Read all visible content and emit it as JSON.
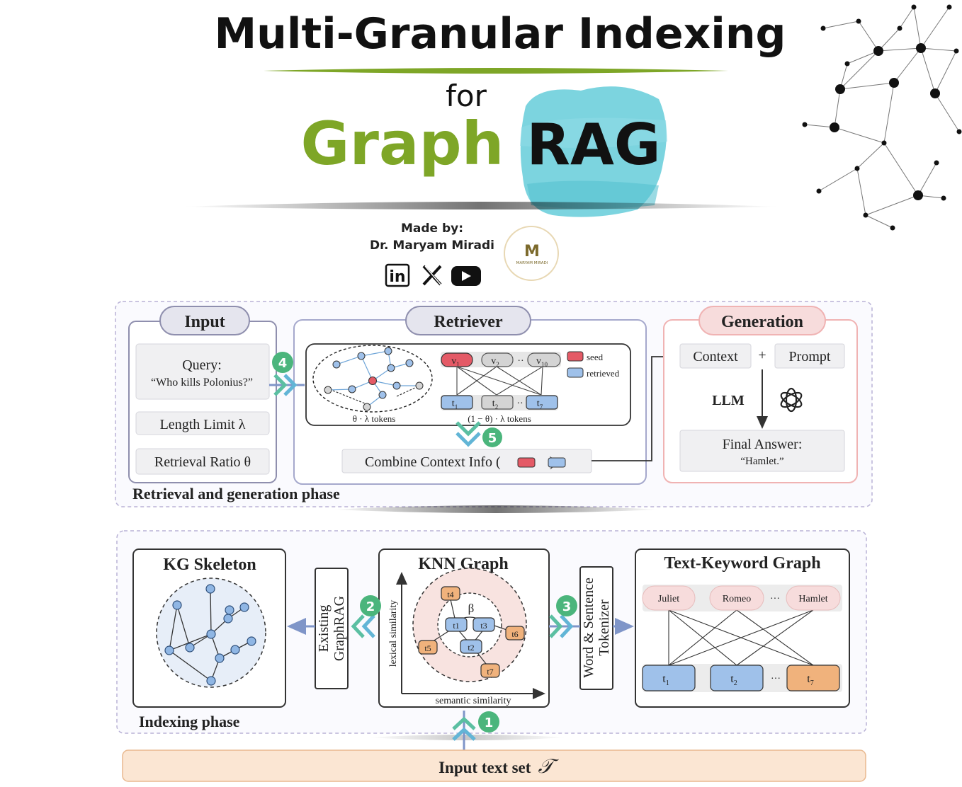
{
  "header": {
    "title": "Multi-Granular Indexing",
    "for_word": "for",
    "graph_word": "Graph",
    "rag_word": "RAG",
    "made_by_label": "Made by:",
    "author": "Dr. Maryam Miradi",
    "logo_letter": "M",
    "logo_caption": "MARYAM MIRADI",
    "social_icons": [
      "linkedin-icon",
      "x-icon",
      "youtube-icon"
    ],
    "linkedin_text": "in",
    "x_text": "𝕏"
  },
  "colors": {
    "green": "#7ea627",
    "teal_brush": "#6ecfdc",
    "badge_green": "#4bb57c",
    "seed_red": "#e45a66",
    "retrieved_blue": "#9fc1ea",
    "orange_node": "#f0b27c",
    "pink_tag": "#f7dcdc"
  },
  "retrieval": {
    "phase_label": "Retrieval and generation phase",
    "input": {
      "title": "Input",
      "query_label": "Query:",
      "query_text": "“Who kills Polonius?”",
      "length_limit": "Length Limit λ",
      "retrieval_ratio": "Retrieval Ratio θ"
    },
    "retriever": {
      "title": "Retriever",
      "theta_tokens": "θ · λ tokens",
      "rest_tokens": "(1 − θ) · λ tokens",
      "v_nodes": [
        "v",
        "v",
        "v"
      ],
      "v_subs": [
        "1",
        "2",
        "10"
      ],
      "t_nodes": [
        "t",
        "t",
        "t"
      ],
      "t_subs": [
        "1",
        "2",
        "7"
      ],
      "ellipsis": "··",
      "legend_seed": "seed",
      "legend_retrieved": "retrieved",
      "combine": "Combine Context Info (",
      "combine_plus": "+",
      "combine_close": ")"
    },
    "generation": {
      "title": "Generation",
      "context": "Context",
      "plus": "+",
      "prompt": "Prompt",
      "llm": "LLM",
      "final_label": "Final Answer:",
      "final_value": "“Hamlet.”"
    },
    "steps": {
      "four": "4",
      "five": "5"
    }
  },
  "indexing": {
    "phase_label": "Indexing phase",
    "kg_title": "KG Skeleton",
    "existing_graphrag": [
      "Existing",
      "GraphRAG"
    ],
    "knn_title": "KNN Graph",
    "lexical_axis": "lexical similarity",
    "semantic_axis": "semantic similarity",
    "beta": "β",
    "knn_nodes": [
      "t4",
      "t1",
      "t3",
      "t6",
      "t5",
      "t2",
      "t7"
    ],
    "tokenizer": [
      "Word & Sentence",
      "Tokenizer"
    ],
    "tk_title": "Text-Keyword Graph",
    "keywords": [
      "Juliet",
      "Romeo",
      "Hamlet"
    ],
    "text_nodes": [
      "t",
      "t",
      "t"
    ],
    "text_subs": [
      "1",
      "2",
      "7"
    ],
    "dots": "···",
    "input_text_set": "Input text set",
    "input_symbol": "𝒯",
    "steps": {
      "one": "1",
      "two": "2",
      "three": "3"
    }
  }
}
